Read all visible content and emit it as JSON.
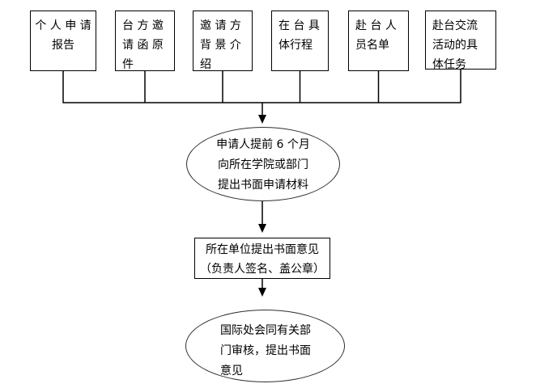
{
  "colors": {
    "background": "#ffffff",
    "line": "#000000",
    "ellipse_border": "#2f2f2f"
  },
  "top_boxes": [
    {
      "label": "个人申请报告",
      "lines": [
        "个 人 申 请",
        "报告"
      ]
    },
    {
      "label": "台方邀请函原件",
      "lines": [
        "台 方 邀",
        "请 函 原",
        "件"
      ]
    },
    {
      "label": "邀请方背景介绍",
      "lines": [
        "邀 请 方",
        "背 景 介",
        "绍"
      ]
    },
    {
      "label": "在台具体行程",
      "lines": [
        "在 台 具",
        "体行程"
      ]
    },
    {
      "label": "赴台人员名单",
      "lines": [
        "赴 台 人",
        "员名单"
      ]
    },
    {
      "label": "赴台交流活动的具体任务",
      "lines": [
        "赴台交流",
        "活动的具",
        "体任务"
      ]
    }
  ],
  "apply_ellipse": {
    "label": "申请人提前 6 个月向所在学院或部门提出书面申请材料",
    "lines": [
      "申请人提前 6 个月",
      "向所在学院或部门",
      "提出书面申请材料"
    ]
  },
  "opinion_rect": {
    "label": "所在单位提出书面意见（负责人签名、盖公章）",
    "lines": [
      "所在单位提出书面意见",
      "（负责人签名、盖公章）"
    ]
  },
  "review_ellipse": {
    "label": "国际处会同有关部门审核，提出书面意见",
    "lines": [
      "国际处会同有关部",
      "门审核，提出书面",
      "意见"
    ]
  }
}
